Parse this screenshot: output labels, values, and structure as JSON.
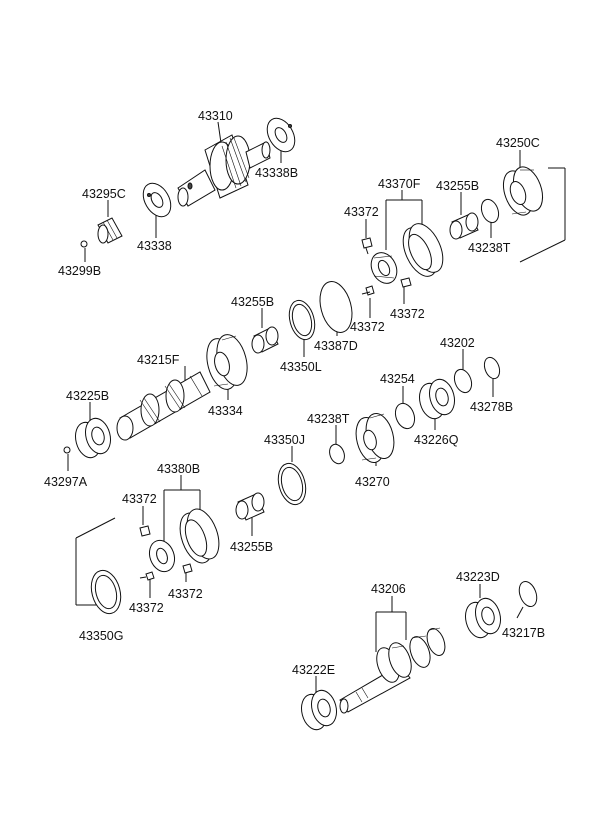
{
  "labels": {
    "p43310": "43310",
    "p43338B": "43338B",
    "p43295C": "43295C",
    "p43338": "43338",
    "p43299B": "43299B",
    "p43370F": "43370F",
    "p43255B_top": "43255B",
    "p43250C": "43250C",
    "p43372_a": "43372",
    "p43238T_top": "43238T",
    "p43372_b": "43372",
    "p43372_c": "43372",
    "p43255B_mid": "43255B",
    "p43387D": "43387D",
    "p43350L": "43350L",
    "p43215F": "43215F",
    "p43334": "43334",
    "p43202": "43202",
    "p43254": "43254",
    "p43278B": "43278B",
    "p43226Q": "43226Q",
    "p43225B": "43225B",
    "p43297A": "43297A",
    "p43238T_mid": "43238T",
    "p43350J": "43350J",
    "p43270": "43270",
    "p43380B": "43380B",
    "p43372_d": "43372",
    "p43255B_low": "43255B",
    "p43372_e": "43372",
    "p43372_f": "43372",
    "p43350G": "43350G",
    "p43206": "43206",
    "p43223D": "43223D",
    "p43217B": "43217B",
    "p43222E": "43222E"
  }
}
